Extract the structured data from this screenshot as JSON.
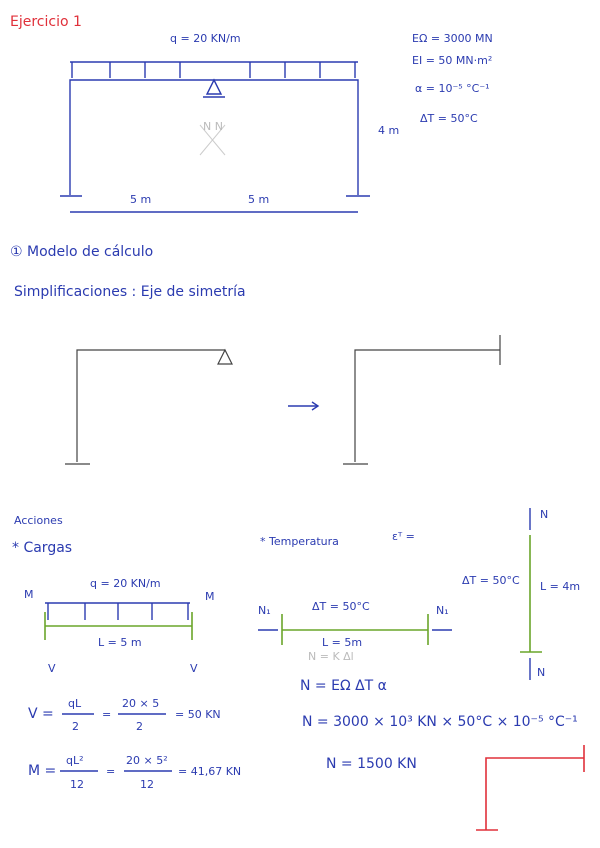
{
  "title": "Ejercicio 1",
  "problem": {
    "load": "q = 20 KN/m",
    "props": [
      "EΩ = 3000 MN",
      "EI = 50 MN·m²",
      "α = 10⁻⁵ °C⁻¹",
      "ΔT = 50°C"
    ],
    "height": "4 m",
    "span_left": "5 m",
    "span_right": "5 m",
    "faint_mark": "N N"
  },
  "section1": {
    "heading": "① Modelo de cálculo",
    "simplifications": "Simplificaciones : Eje de simetría"
  },
  "actions": {
    "heading": "Acciones",
    "cargas": {
      "heading": "* Cargas",
      "load": "q = 20 KN/m",
      "moment_left": "M",
      "moment_right": "M",
      "length": "L = 5 m",
      "shear_left": "V",
      "shear_right": "V",
      "v_formula": [
        "V =",
        "qL",
        "2",
        "=",
        "20 × 5",
        "2",
        "= 50 KN"
      ],
      "m_formula": [
        "M =",
        "qL²",
        "12",
        "=",
        "20 × 5²",
        "12",
        "= 41,67 KN"
      ]
    },
    "temperatura": {
      "heading": "* Temperatura",
      "strain": "εᵀ =",
      "beam_n_left": "N₁",
      "beam_n_right": "N₁",
      "beam_dt": "ΔT = 50°C",
      "beam_length": "L = 5m",
      "faint_formula": "N = K Δl",
      "col_dt": "ΔT = 50°C",
      "col_length": "L = 4m",
      "col_n_top": "N",
      "col_n_bottom": "N",
      "formula": "N = EΩ ΔT α",
      "substitution": "N = 3000 × 10³ KN × 50°C × 10⁻⁵ °C⁻¹",
      "result": "N = 1500 KN"
    }
  },
  "colors": {
    "ink": "#2b3bb0",
    "red": "#e0303a",
    "green": "#6aa52a"
  }
}
